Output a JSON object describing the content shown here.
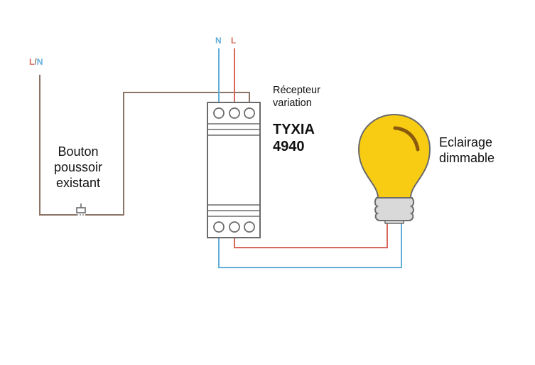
{
  "terminals": {
    "left": {
      "first": "L",
      "sep": "/",
      "second": "N"
    },
    "top_n": "N",
    "top_l": "L"
  },
  "button_label": [
    "Bouton",
    "poussoir",
    "existant"
  ],
  "receiver": {
    "line1": "Récepteur",
    "line2": "variation",
    "model1": "TYXIA",
    "model2": "4940"
  },
  "lamp_label": [
    "Eclairage",
    "dimmable"
  ],
  "colors": {
    "neutral": "#62aedb",
    "live": "#d9685c",
    "brown": "#8a7466",
    "bulb": "#f7cc12",
    "bulb_outline": "#6b6b6b"
  }
}
